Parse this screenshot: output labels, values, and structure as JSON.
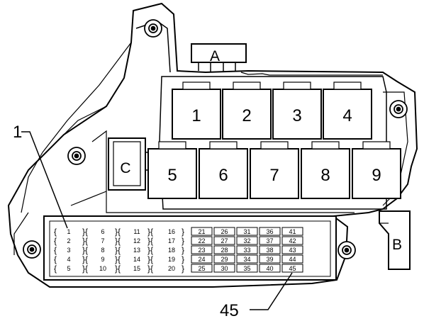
{
  "connectors": [
    "A",
    "B",
    "C"
  ],
  "relays": {
    "top_row": [
      "1",
      "2",
      "3",
      "4"
    ],
    "bottom_row": [
      "5",
      "6",
      "7",
      "8",
      "9"
    ]
  },
  "fuse_columns": [
    [
      "1",
      "2",
      "3",
      "4",
      "5"
    ],
    [
      "6",
      "7",
      "8",
      "9",
      "10"
    ],
    [
      "11",
      "12",
      "13",
      "14",
      "15"
    ],
    [
      "16",
      "17",
      "18",
      "19",
      "20"
    ]
  ],
  "maxi_fuse_columns": [
    [
      "21",
      "22",
      "23",
      "24",
      "25"
    ],
    [
      "26",
      "27",
      "28",
      "29",
      "30"
    ],
    [
      "31",
      "32",
      "33",
      "34",
      "35"
    ],
    [
      "36",
      "37",
      "38",
      "39",
      "40"
    ],
    [
      "41",
      "42",
      "43",
      "44",
      "45"
    ]
  ],
  "callouts": {
    "left": "1",
    "bottom": "45"
  }
}
